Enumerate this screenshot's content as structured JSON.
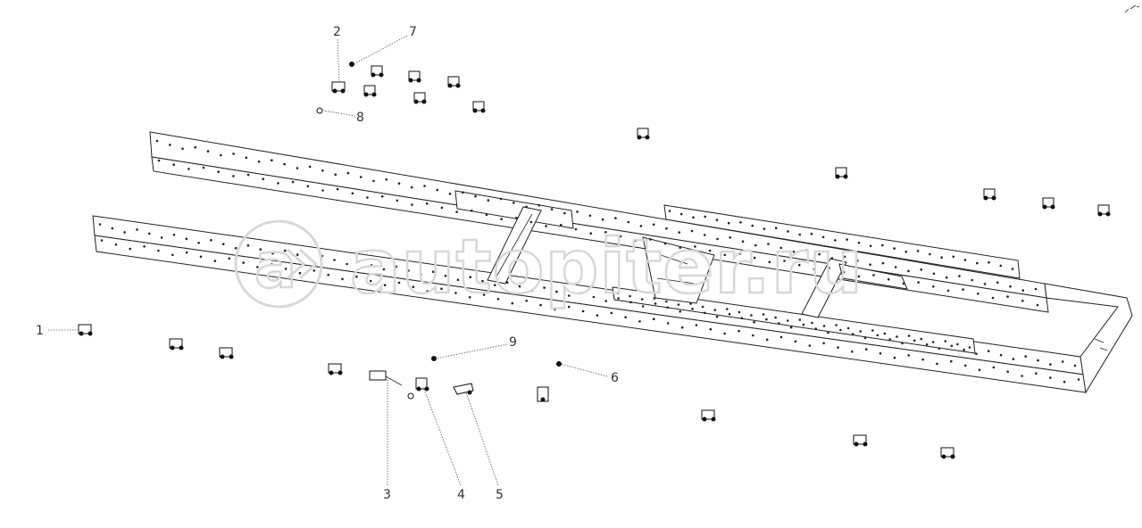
{
  "watermark": {
    "text": "autopiter.ru"
  },
  "callouts": [
    {
      "id": "1",
      "label": "1"
    },
    {
      "id": "2",
      "label": "2"
    },
    {
      "id": "3",
      "label": "3"
    },
    {
      "id": "4",
      "label": "4"
    },
    {
      "id": "5",
      "label": "5"
    },
    {
      "id": "6",
      "label": "6"
    },
    {
      "id": "7",
      "label": "7"
    },
    {
      "id": "8",
      "label": "8"
    },
    {
      "id": "9",
      "label": "9"
    }
  ],
  "colors": {
    "line": "#222222",
    "label": "#333333",
    "watermark": "#d8d8d8"
  }
}
